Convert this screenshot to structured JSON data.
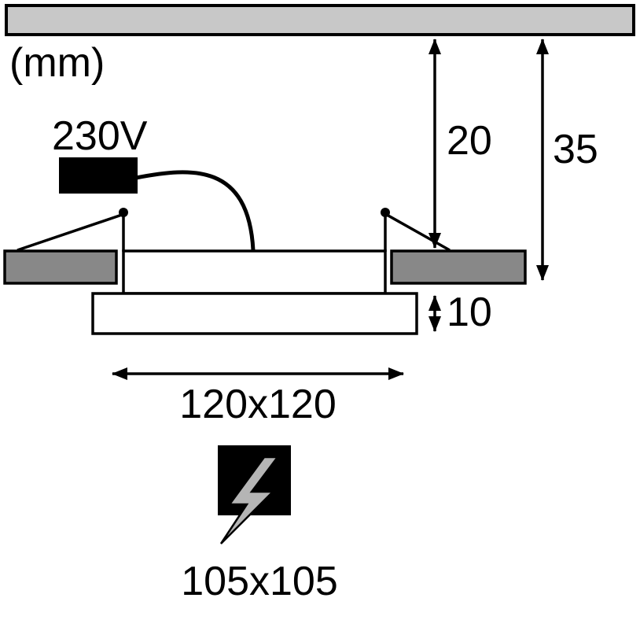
{
  "diagram": {
    "title": "recessed-panel-installation-dimensions",
    "labels": {
      "unit": "(mm)",
      "voltage": "230V",
      "recess_depth": "20",
      "installation_depth": "35",
      "frame_height": "10",
      "panel_size": "120x120",
      "cutout_size": "105x105"
    },
    "icons": {
      "cutout_symbol": "lightning-bolt-icon",
      "power_supply": "power-connector-box"
    },
    "colors": {
      "ceiling_fill": "#c8c8c8",
      "flange_fill": "#888888",
      "line": "#000000",
      "box_fill": "#000000",
      "bolt_fill": "#b5b5b5",
      "panel_fill": "#ffffff"
    }
  }
}
